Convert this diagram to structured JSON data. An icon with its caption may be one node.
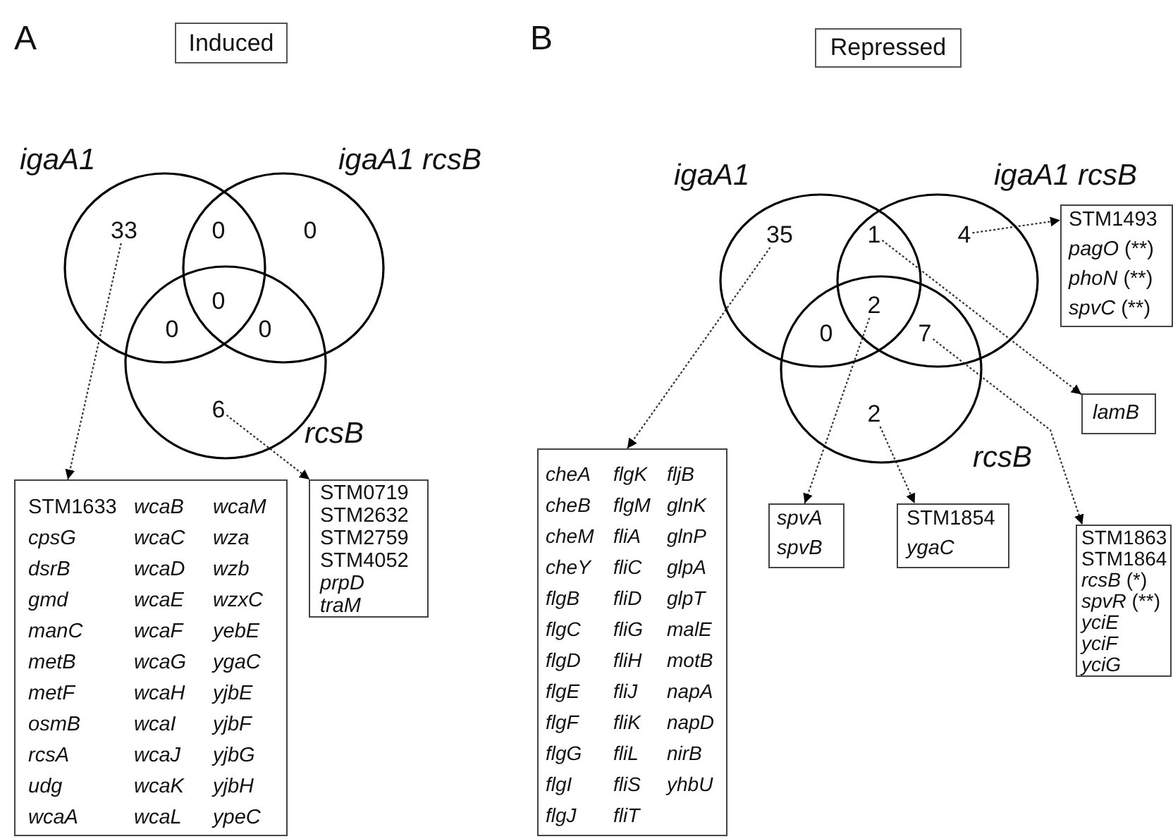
{
  "diagram": {
    "nodes": [
      {
        "text": [
          "Induced"
        ]
      },
      {
        "text": [
          "igaA1"
        ]
      },
      {
        "text": [
          "igaA1 rcsB"
        ]
      },
      {
        "text": [
          "rcsB"
        ]
      },
      {
        "text": [
          "33"
        ],
        "in": 1
      },
      {
        "text": [
          "0"
        ]
      },
      {
        "text": [
          "0"
        ],
        "in": 2
      },
      {
        "text": [
          "0"
        ]
      },
      {
        "text": [
          "0"
        ]
      },
      {
        "text": [
          "0"
        ]
      },
      {
        "text": [
          "6"
        ],
        "in": 3
      },
      {
        "text": [
          "STM1633",
          "*cpsG*",
          "*dsrB*",
          "*gmd*",
          "*manC*",
          "*metB*",
          "*metF*",
          "*osmB*",
          "*rcsA*",
          "*udg*",
          "*wcaA*",
          "*wcaB*",
          "*wcaC*",
          "*wcaD*",
          "*wcaE*",
          "*wcaF*",
          "*wcaG*",
          "*wcaH*",
          "*wcaI*",
          "*wcaJ*",
          "*wcaK*",
          "*wcaL*",
          "*wcaM*",
          "*wza*",
          "*wzb*",
          "*wzxC*",
          "*yebE*",
          "*ygaC*",
          "*yjbE*",
          "*yjbF*",
          "*yjbG*",
          "*yjbH*",
          "*ypeC*"
        ]
      },
      {
        "text": [
          "STM0719",
          "STM2632",
          "STM2759",
          "STM4052",
          "*prpD*",
          "*traM*"
        ]
      },
      {
        "text": [
          "Repressed"
        ]
      },
      {
        "text": [
          "igaA1"
        ]
      },
      {
        "text": [
          "igaA1 rcsB"
        ]
      },
      {
        "text": [
          "rcsB"
        ]
      },
      {
        "text": [
          "35"
        ],
        "in": 14
      },
      {
        "text": [
          "1"
        ]
      },
      {
        "text": [
          "4"
        ],
        "in": 15
      },
      {
        "text": [
          "2"
        ]
      },
      {
        "text": [
          "0"
        ]
      },
      {
        "text": [
          "7"
        ]
      },
      {
        "text": [
          "2"
        ],
        "in": 16
      },
      {
        "text": [
          "*cheA*",
          "*cheB*",
          "*cheM*",
          "*cheY*",
          "*flgB*",
          "*flgC*",
          "*flgD*",
          "*flgE*",
          "*flgF*",
          "*flgG*",
          "*flgI*",
          "*flgJ*",
          "*flgK*",
          "*flgM*",
          "*fliA*",
          "*fliC*",
          "*fliD*",
          "*fliG*",
          "*fliH*",
          "*fliJ*",
          "*fliK*",
          "*fliL*",
          "*fliS*",
          "*fliT*",
          "*fljB*",
          "*glnK*",
          "*glnP*",
          "*glpA*",
          "*glpT*",
          "*malE*",
          "*motB*",
          "*napA*",
          "*napD*",
          "*nirB*",
          "*yhbU*"
        ]
      },
      {
        "text": [
          "*spvA*",
          "*spvB*"
        ]
      },
      {
        "text": [
          "STM1854",
          "*ygaC*"
        ]
      },
      {
        "text": [
          "STM1493",
          "*pagO* (**)",
          "*phoN* (**)",
          "*spvC* (**)"
        ]
      },
      {
        "text": [
          "*lamB*"
        ]
      },
      {
        "text": [
          "STM1863",
          "STM1864",
          "*rcsB* (*)",
          "*spvR* (**)",
          "*yciE*",
          "*yciF*",
          "*yciG*"
        ]
      }
    ],
    "edges": [
      {
        "from": 4,
        "to": 11,
        "arrow": "to",
        "style": "dashed"
      },
      {
        "from": 10,
        "to": 12,
        "arrow": "to",
        "style": "dashed"
      },
      {
        "from": 17,
        "to": 24,
        "arrow": "to",
        "style": "dashed"
      },
      {
        "from": 18,
        "to": 28,
        "arrow": "to",
        "style": "dashed"
      },
      {
        "from": 19,
        "to": 27,
        "arrow": "to",
        "style": "dashed"
      },
      {
        "from": 20,
        "to": 25,
        "arrow": "to",
        "style": "dashed"
      },
      {
        "from": 23,
        "to": 26,
        "arrow": "to",
        "style": "dashed"
      },
      {
        "from": 22,
        "to": 29,
        "arrow": "to",
        "style": "dashed"
      }
    ],
    "labels": [
      "A",
      "B"
    ]
  }
}
